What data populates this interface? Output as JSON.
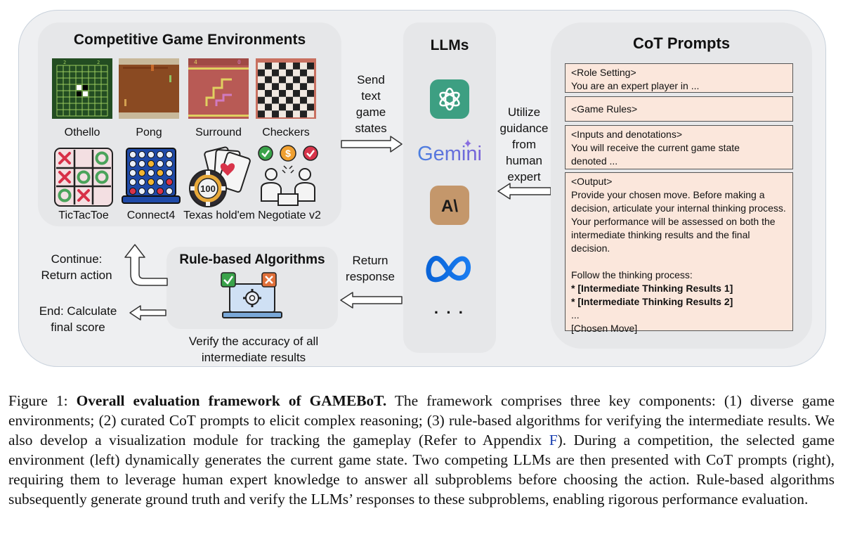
{
  "figure": {
    "env_title": "Competitive Game Environments",
    "games": [
      "Othello",
      "Pong",
      "Surround",
      "Checkers",
      "TicTacToe",
      "Connect4",
      "Texas hold'em",
      "Negotiate v2"
    ],
    "send_label": [
      "Send",
      "text",
      "game",
      "states"
    ],
    "llm_title": "LLMs",
    "gemini_text": "Gemini",
    "anthropic_text": "A\\",
    "ellipsis": "· · ·",
    "utilize_label": [
      "Utilize",
      "guidance",
      "from",
      "human",
      "expert"
    ],
    "cot_title": "CoT Prompts",
    "prompt_role": [
      "<Role Setting>",
      "You are an expert player in ..."
    ],
    "prompt_rules": "<Game Rules>",
    "prompt_inputs": [
      "<Inputs and denotations>",
      "You will receive the current game state",
      "denoted ..."
    ],
    "prompt_output_head": "<Output>",
    "prompt_output_body": "Provide your chosen move. Before making a decision, articulate your internal thinking process. Your performance will be assessed on both the intermediate thinking results and the final decision.",
    "prompt_follow": "Follow the thinking process:",
    "prompt_step1": "* [Intermediate Thinking Results 1]",
    "prompt_step2": "* [Intermediate Thinking Results 2]",
    "prompt_dots": "...",
    "prompt_chosen": "[Chosen Move]",
    "return_label": [
      "Return",
      "response"
    ],
    "rule_title": "Rule-based Algorithms",
    "verify_label": [
      "Verify the accuracy of all",
      "intermediate results"
    ],
    "continue_label": [
      "Continue:",
      "Return action"
    ],
    "end_label": [
      "End: Calculate",
      "final score"
    ],
    "chip_value": "100",
    "surround_scores": [
      "4",
      "0"
    ],
    "othello_scores": [
      "2",
      "2"
    ]
  },
  "caption": {
    "prefix": "Figure 1: ",
    "bold": "Overall evaluation framework of GAMEBoT.",
    "part1": " The framework comprises three key components: (1) diverse game environments; (2) curated CoT prompts to elicit complex reasoning; (3) rule-based algorithms for verifying the intermediate results. We also develop a visualization module for tracking the gameplay (Refer to Appendix ",
    "ref": "F",
    "part2": "). During a competition, the selected game environment (left) dynamically generates the current game state. Two competing LLMs are then presented with CoT prompts (right), requiring them to leverage human expert knowledge to answer all subproblems before choosing the action. Rule-based algorithms subsequently generate ground truth and verify the LLMs’ responses to these subproblems, enabling rigorous performance evaluation."
  }
}
